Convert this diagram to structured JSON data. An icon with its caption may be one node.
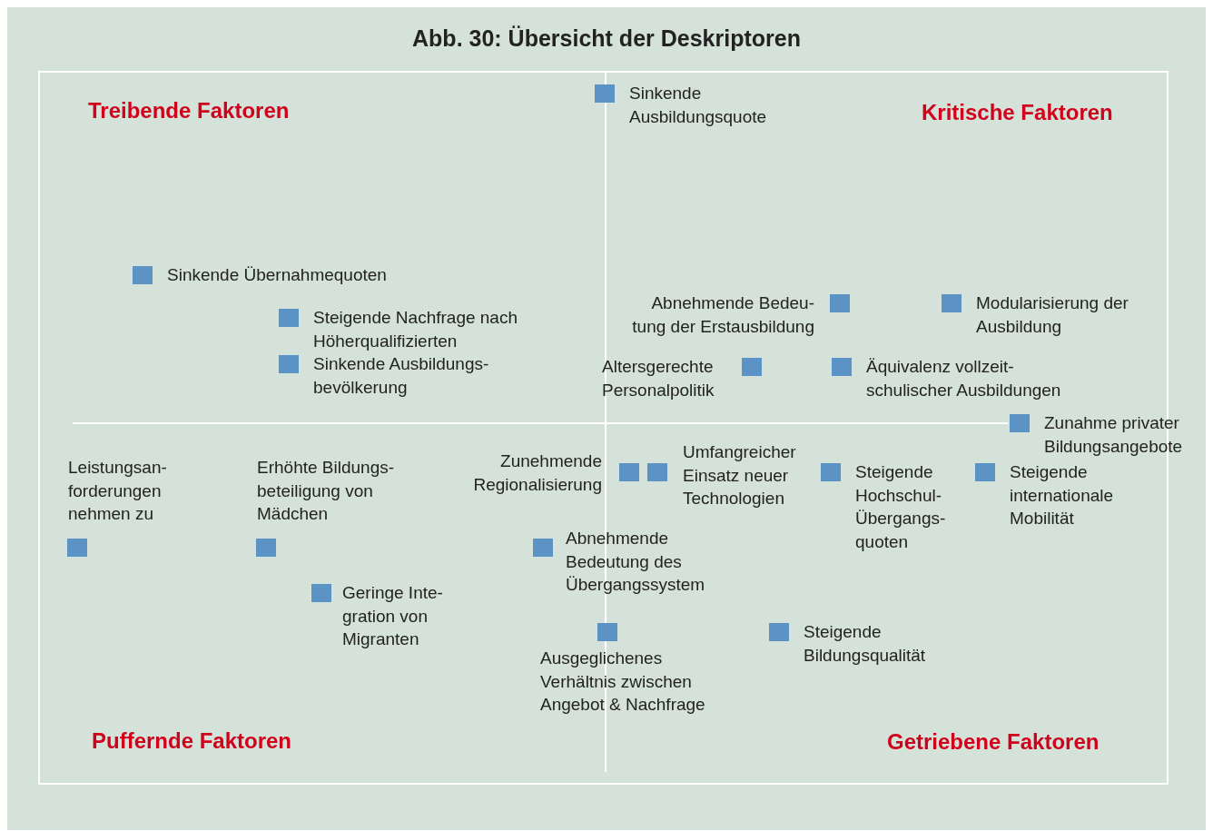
{
  "diagram": {
    "title": "Abb. 30:  Übersicht der Deskriptoren",
    "nodes": [
      {
        "text": [
          "Sinkende Ausbildungsquote"
        ]
      },
      {
        "text": [
          "Sinkende Übernahmequoten"
        ]
      },
      {
        "text": [
          "Steigende Nachfrage nach Höherqualifizierten"
        ]
      },
      {
        "text": [
          "Sinkende Ausbildungs- bevölkerung"
        ]
      },
      {
        "text": [
          "Abnehmende Bedeu- tung der Erstausbildung"
        ]
      },
      {
        "text": [
          "Modularisierung der Ausbildung"
        ]
      },
      {
        "text": [
          "Altersgerechte Personalpolitik"
        ]
      },
      {
        "text": [
          "Äquivalenz vollzeit- schulischer Ausbildungen"
        ]
      },
      {
        "text": [
          "Zunahme privater Bildungsangebote"
        ]
      },
      {
        "text": [
          "Leistungsan- forderungen nehmen zu"
        ]
      },
      {
        "text": [
          "Erhöhte Bildungs- beteiligung von Mädchen"
        ]
      },
      {
        "text": [
          "Zunehmende Regionalisierung"
        ]
      },
      {
        "text": [
          "Umfangreicher Einsatz neuer Technologien"
        ]
      },
      {
        "text": [
          "Steigende Hochschul- Übergangs- quoten"
        ]
      },
      {
        "text": [
          "Steigende internationale Mobilität"
        ]
      },
      {
        "text": [
          "Abnehmende Bedeutung des Übergangssystem"
        ]
      },
      {
        "text": [
          "Geringe Inte- gration von Migranten"
        ]
      },
      {
        "text": [
          "Ausgeglichenes Verhältnis zwischen Angebot & Nachfrage"
        ]
      },
      {
        "text": [
          "Steigende Bildungsqualität"
        ]
      }
    ],
    "labels": [
      "Treibende Faktoren",
      "Kritische Faktoren",
      "Puffernde Faktoren",
      "Getriebene Faktoren"
    ]
  }
}
